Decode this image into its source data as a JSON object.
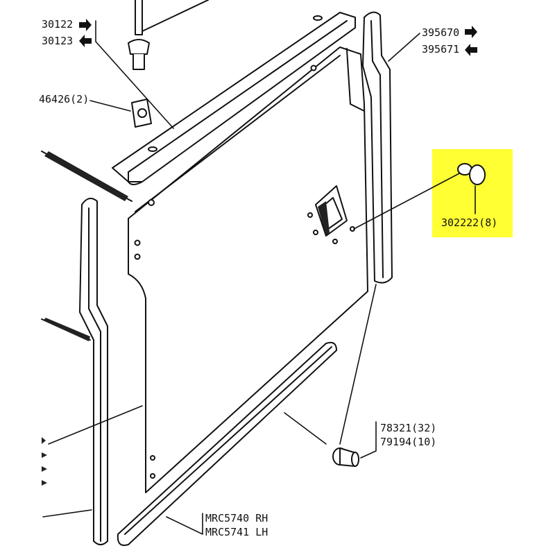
{
  "highlight_color": "#ffff33",
  "callouts": {
    "bolt_rh": "30122",
    "bolt_lh": "30123",
    "clip": "46426(2)",
    "seal_rh": "395670",
    "seal_lh": "395671",
    "fastener": "302222(8)",
    "stud_a": "78321(32)",
    "stud_b": "79194(10)",
    "strip_rh": "MRC5740 RH",
    "strip_lh": "MRC5741 LH"
  },
  "icons": {
    "rh_arrow": "arrow-right-icon",
    "lh_arrow": "arrow-left-icon"
  }
}
